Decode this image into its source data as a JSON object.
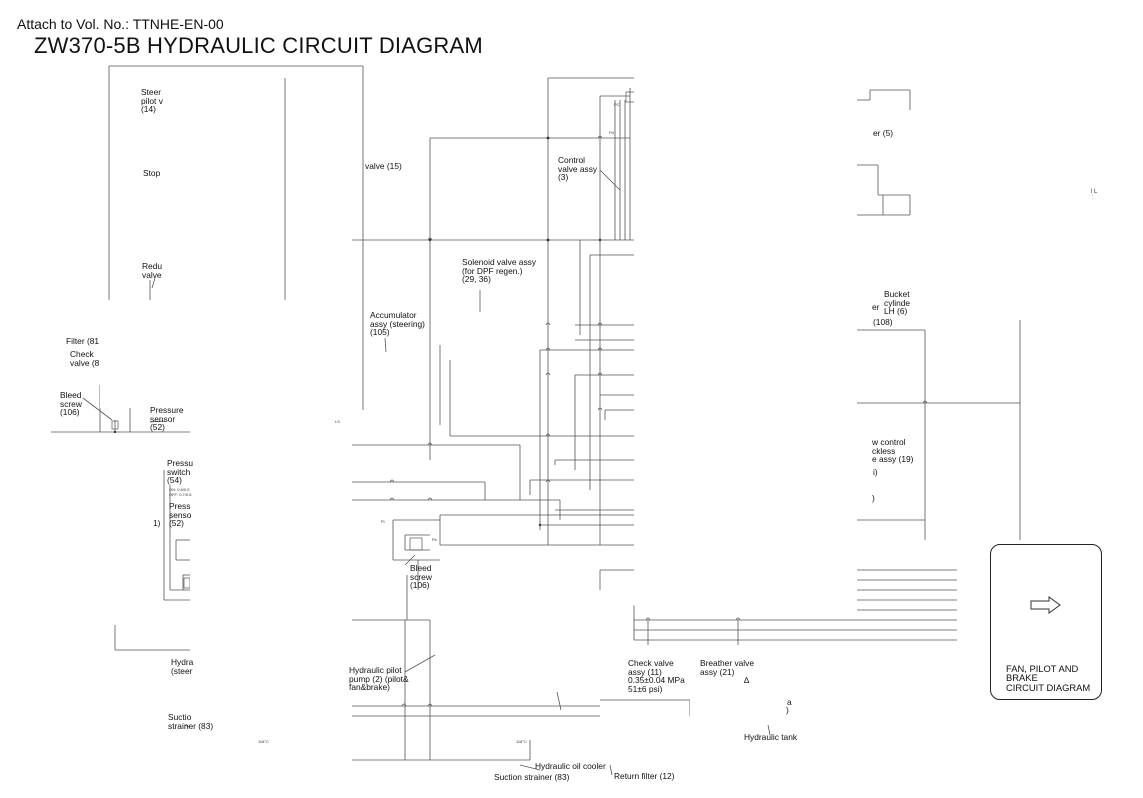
{
  "header": {
    "attach": "Attach to Vol. No.: TTNHE-EN-00",
    "title": "ZW370-5B HYDRAULIC CIRCUIT DIAGRAM"
  },
  "labels": {
    "steering_pilot": "Steer\npilot v\n(14)",
    "stop": "Stop",
    "reducing_valve": "Redu\nvalve",
    "filter": "Filter (81",
    "check_valve_left": "Check\nvalve (8",
    "bleed_screw_left": "Bleed\nscrew\n(106)",
    "pressure_sensor_top": "Pressure\nsensor\n(52)",
    "pressure_switch": "Pressu\nswitch\n(54)",
    "pressure_sensor_mid": "Press\nsenso\n(52)",
    "left_1": "1)",
    "hydraulic_tank_steering": "Hydra\n(steer",
    "suction_strainer_left": "Suctio\nstrainer (83)",
    "valve_15": "valve (15)",
    "accumulator": "Accumulator\nassy (steering)\n(105)",
    "solenoid_valve": "Solenoid valve assy\n(for DPF regen.)\n(29, 36)",
    "control_valve": "Control\nvalve assy\n(3)",
    "bleed_screw_center": "Bleed\nscrew\n(106)",
    "pilot_pump": "Hydraulic pilot\npump (2) (pilot&\nfan&brake)",
    "check_valve_center": "Check valve\nassy (11)\n0.35±0.04 MPa\n51±6 psi)",
    "breather_valve": "Breather valve\nassy (21)",
    "hydraulic_tank": "Hydraulic tank",
    "hydraulic_oil_cooler": "Hydraulic oil cooler",
    "suction_strainer_bottom": "Suction strainer (83)",
    "return_filter": "Return filter (12)",
    "er_5": "er (5)",
    "bucket_cylinder": "Bucket\ncylinde\nLH (6)",
    "bucket_er": "er",
    "label_108": "(108)",
    "flow_control": "w control\nckless\ne assy (19)",
    "paren_i": "i)",
    "paren_close": ")",
    "edge_L": "l L",
    "edge_colon": ":",
    "pa_fragment": "a",
    "small_paren": ")",
    "delta_mark": "∆"
  },
  "side_panel": {
    "title": "FAN, PILOT AND\nBRAKE\nCIRCUIT DIAGRAM"
  },
  "tiny_marks": {
    "pc": "PC",
    "pd": "Pd",
    "ps": "Ps",
    "pi": "Pi",
    "ls": "LS",
    "dpf_on": "ON: 0.6/0.5\nOFF: 0.7/0.6",
    "temp": "118°C",
    "temp2": "118°C"
  }
}
